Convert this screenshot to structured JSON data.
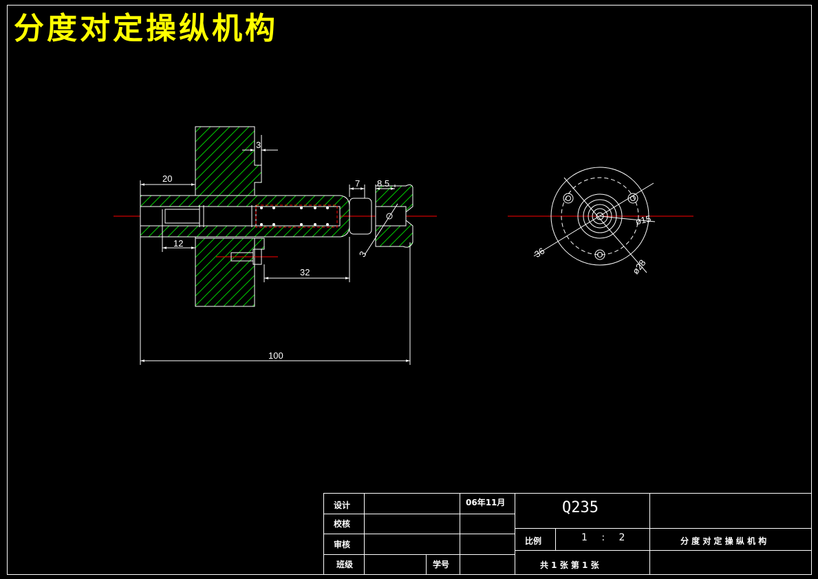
{
  "drawing": {
    "title": "分度对定操纵机构",
    "colors": {
      "title": "#ffff00",
      "outline": "#ffffff",
      "hatch": "#00cc00",
      "centerline": "#ff0000"
    }
  },
  "dimensions": {
    "d3_top": "3",
    "d20": "20",
    "d7": "7",
    "d8_5": "8.5",
    "d12": "12",
    "d3_angle": "3",
    "d32": "32",
    "d100": "100",
    "d36": "36",
    "d15": "ø15",
    "d28": "ø28"
  },
  "title_block": {
    "design_label": "设计",
    "date": "06年11月",
    "check_label": "校核",
    "review_label": "审核",
    "class_label": "班级",
    "student_no_label": "学号",
    "material": "Q235",
    "scale_label": "比例",
    "scale_value": "1 : 2",
    "drawing_name": "分 度 对 定 操 纵 机 构",
    "sheets": "共 1 张    第 1 张"
  }
}
